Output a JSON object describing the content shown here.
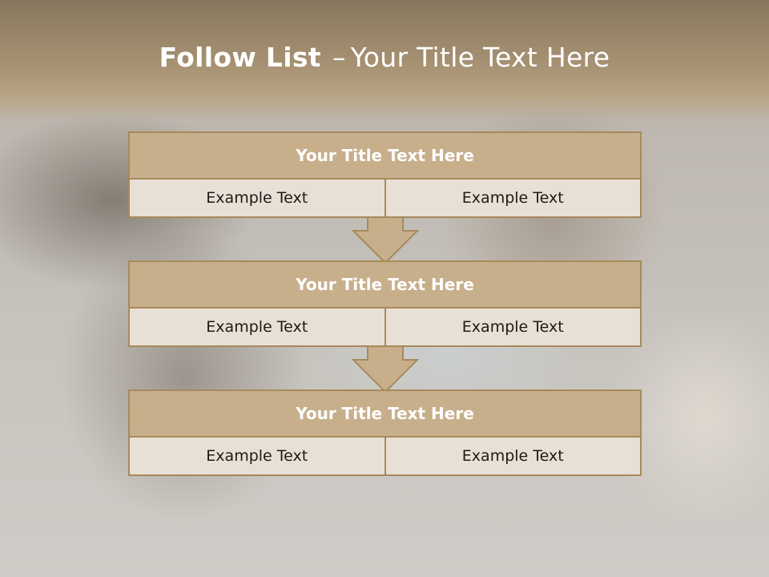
{
  "header": {
    "title_bold": "Follow List",
    "separator": "–",
    "title_rest": "Your Title Text Here"
  },
  "blocks": [
    {
      "title": "Your Title Text Here",
      "cells": [
        "Example Text",
        "Example Text"
      ]
    },
    {
      "title": "Your Title Text Here",
      "cells": [
        "Example Text",
        "Example Text"
      ]
    },
    {
      "title": "Your Title Text Here",
      "cells": [
        "Example Text",
        "Example Text"
      ]
    }
  ],
  "colors": {
    "accent_border": "#a8895c",
    "title_fill": "#c8af8c",
    "cell_fill": "#e8e0d6"
  },
  "icons": [
    "down-arrow-icon",
    "down-arrow-icon"
  ]
}
